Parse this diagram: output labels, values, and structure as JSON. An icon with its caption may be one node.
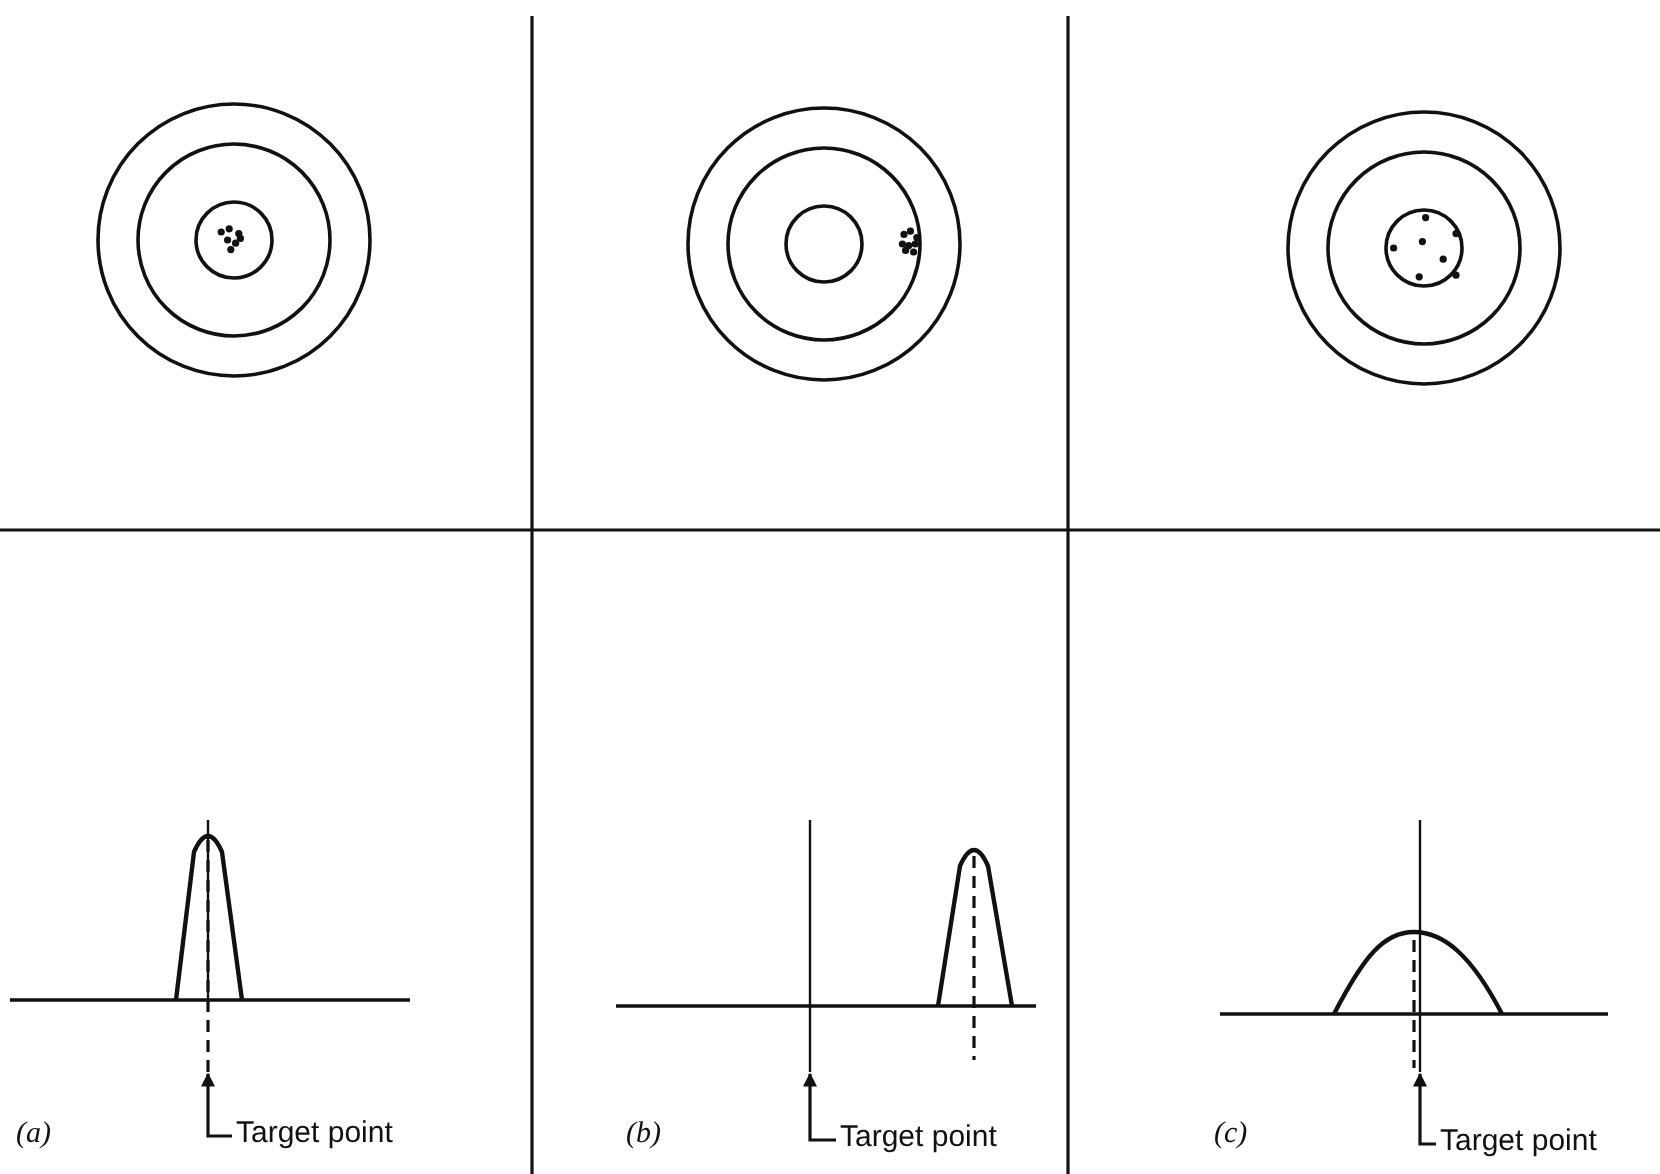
{
  "diagram": {
    "nodes": [
      {
        "text": [],
        "shape": "picture"
      },
      {
        "text": [],
        "shape": "picture"
      },
      {
        "text": [],
        "shape": "picture"
      },
      {
        "text": [
          "Target point"
        ]
      },
      {
        "text": [
          "Target point"
        ]
      },
      {
        "text": [
          "Target point"
        ]
      }
    ],
    "edges": [
      {
        "from": 3,
        "to": 0,
        "arrow": "to"
      },
      {
        "from": 4,
        "to": 1,
        "arrow": "to"
      },
      {
        "from": 5,
        "to": 2,
        "arrow": "to"
      }
    ],
    "labels": [
      "(a)",
      "(b)",
      "(c)"
    ]
  }
}
